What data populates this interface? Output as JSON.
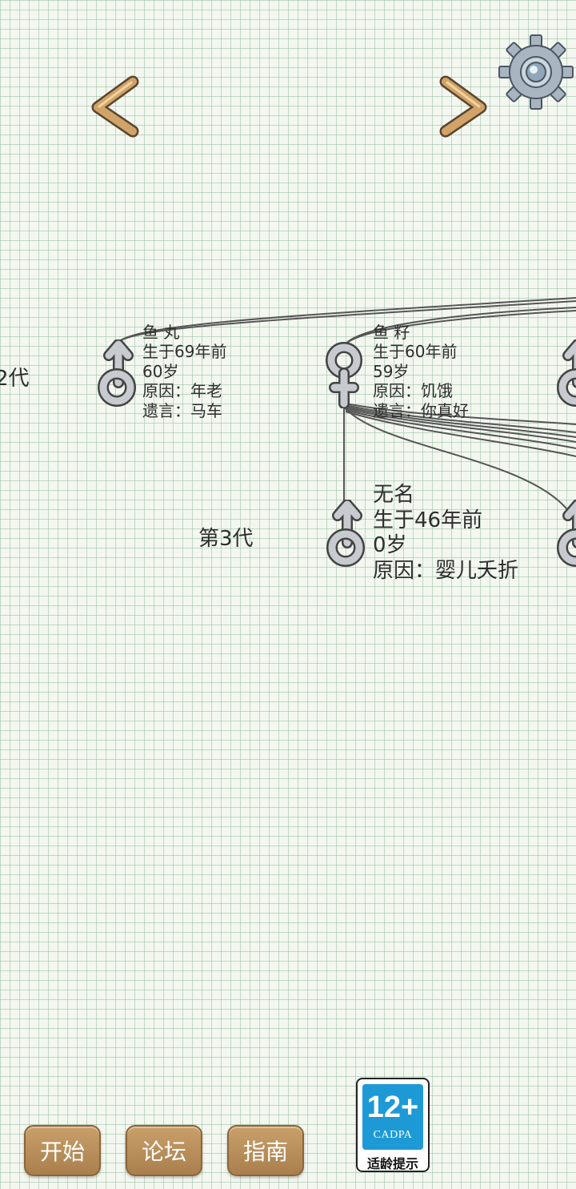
{
  "navigation": {
    "prev_icon": "chevron-left-icon",
    "next_icon": "chevron-right-icon",
    "settings_icon": "gear-icon"
  },
  "generations": {
    "gen2_label": "2代",
    "gen3_label": "第3代"
  },
  "members": [
    {
      "name": "鱼 丸",
      "born": "生于69年前",
      "age": "60岁",
      "cause": "原因：年老",
      "last_words": "遗言：马车",
      "gender": "male"
    },
    {
      "name": "鱼 籽",
      "born": "生于60年前",
      "age": "59岁",
      "cause": "原因：饥饿",
      "last_words": "遗言：你真好",
      "gender": "female"
    },
    {
      "name": "无名",
      "born": "生于46年前",
      "age": "0岁",
      "cause": "原因：婴儿夭折",
      "gender": "male"
    }
  ],
  "menu": {
    "start_label": "开始",
    "forum_label": "论坛",
    "guide_label": "指南"
  },
  "age_rating": {
    "rating": "12+",
    "org": "CADPA",
    "caption": "适龄提示"
  },
  "colors": {
    "button_fill": "#b88b57",
    "arrow_gold": "#d1a368",
    "badge_blue": "#1d9ad6",
    "grid": "#a8c8b0"
  }
}
